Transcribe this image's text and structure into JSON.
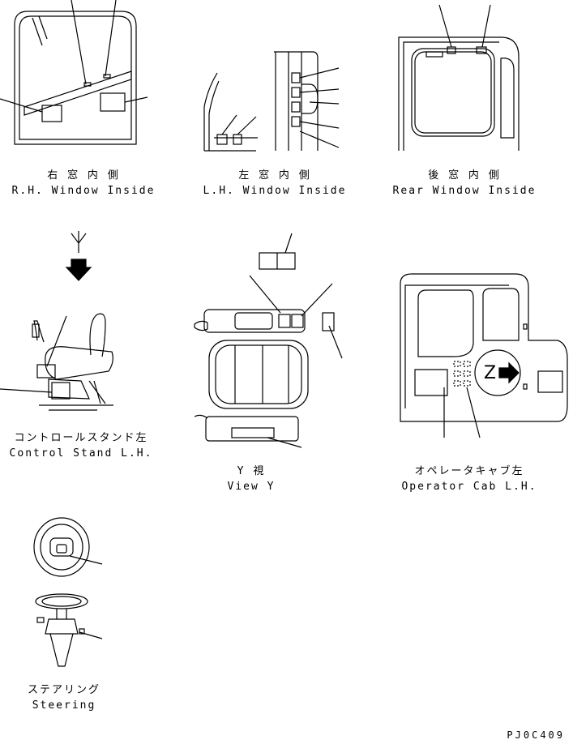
{
  "views": {
    "rh_window": {
      "jp": "右 窓 内 側",
      "en": "R.H. Window Inside"
    },
    "lh_window": {
      "jp": "左 窓 内 側",
      "en": "L.H. Window Inside"
    },
    "rear_window": {
      "jp": "後 窓 内 側",
      "en": "Rear Window Inside"
    },
    "control_stand": {
      "jp": "コントロールスタンド左",
      "en": "Control Stand L.H."
    },
    "view_y": {
      "jp": "Y 視",
      "en": "View Y"
    },
    "operator_cab": {
      "jp": "オペレータキャブ左",
      "en": "Operator Cab L.H."
    },
    "steering": {
      "jp": "ステアリング",
      "en": "Steering"
    }
  },
  "markers": {
    "y": "Y",
    "z": "Z"
  },
  "drawing_code": "PJ0C409"
}
